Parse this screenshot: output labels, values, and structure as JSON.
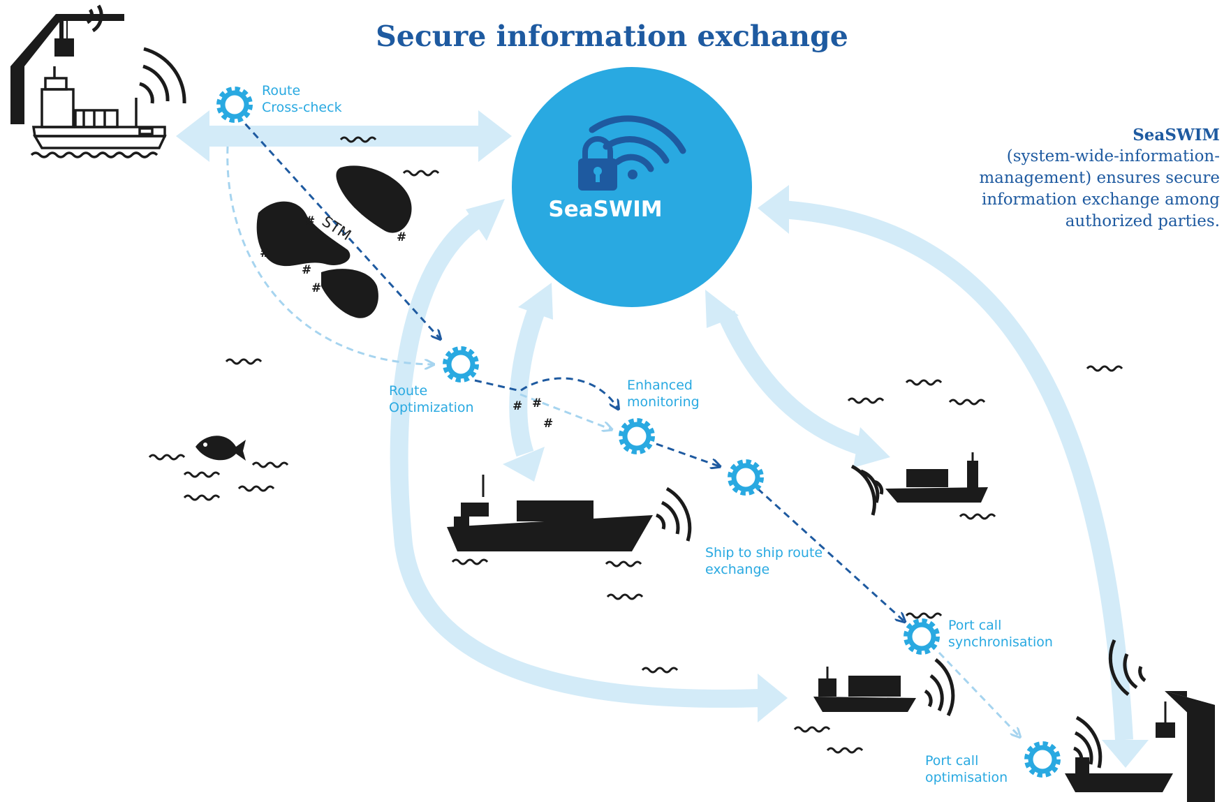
{
  "title": "Secure information exchange",
  "hub": {
    "label": "SeaSWIM"
  },
  "note": {
    "lead": "SeaSWIM",
    "lines": [
      "(system-wide-information-",
      "management) ensures secure",
      "information exchange among",
      "authorized parties."
    ]
  },
  "stm_label": "STM",
  "services": {
    "route_crosscheck": [
      "Route",
      "Cross-check"
    ],
    "route_optimization": [
      "Route",
      "Optimization"
    ],
    "enhanced_monitoring": [
      "Enhanced",
      "monitoring"
    ],
    "ship_to_ship": [
      "Ship to ship route",
      "exchange"
    ],
    "port_call_sync": [
      "Port call",
      "synchronisation"
    ],
    "port_call_opt": [
      "Port call",
      "optimisation"
    ]
  },
  "colors": {
    "title": "#1e5aa0",
    "hub": "#29a9e1",
    "hub_icon": "#1e5aa0",
    "arrow": "#d3ebf8",
    "gear": "#29a9e1",
    "route": "#1e5aa0",
    "ink": "#1b1b1b"
  },
  "icons": [
    "lock-icon",
    "wifi-icon",
    "gear-icon",
    "ship-icon",
    "crane-icon",
    "fish-icon",
    "island-icon",
    "wave-icon",
    "signal-icon"
  ]
}
